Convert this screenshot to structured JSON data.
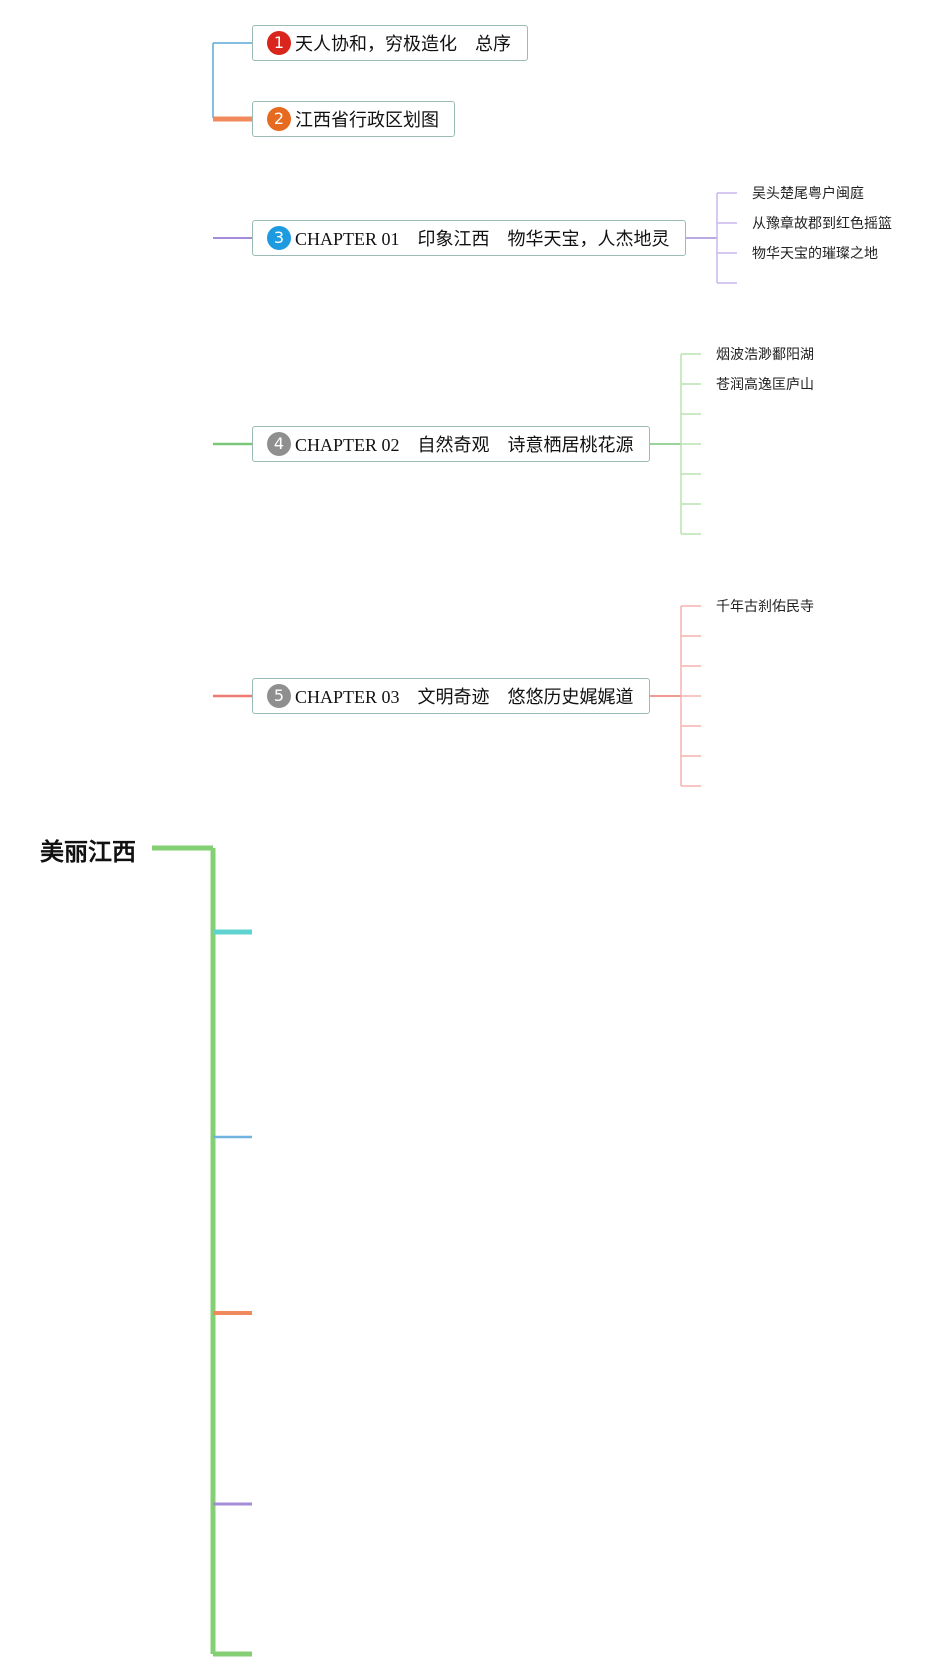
{
  "root": {
    "label": "美丽江西"
  },
  "topics": [
    {
      "number": "1",
      "title": "天人协和，穷极造化　总序",
      "badge_color": "#d9251c",
      "branch_color": "#5aa9d6"
    },
    {
      "number": "2",
      "title": "江西省行政区划图",
      "badge_color": "#e66a1f",
      "branch_color": "#f08a5d"
    },
    {
      "number": "3",
      "title": "CHAPTER 01　印象江西　物华天宝，人杰地灵",
      "badge_color": "#1e9be0",
      "branch_color": "#a58bd8",
      "children": [
        "吴头楚尾粤户闽庭",
        "从豫章故郡到红色摇篮",
        "物华天宝的璀璨之地"
      ]
    },
    {
      "number": "4",
      "title": "CHAPTER 02　自然奇观　诗意栖居桃花源",
      "badge_color": "#8f8f8f",
      "branch_color": "#7cc77a",
      "children": [
        "烟波浩渺鄱阳湖",
        "苍润高逸匡庐山"
      ]
    },
    {
      "number": "5",
      "title": "CHAPTER 03　文明奇迹　悠悠历史娓娓道",
      "badge_color": "#8f8f8f",
      "branch_color": "#ee7a72",
      "children": [
        "千年古刹佑民寺"
      ]
    }
  ],
  "colors": {
    "trunk": "#84cf74",
    "node_border": "#9bbcb6",
    "empty_branch_teal": "#5fd3d0",
    "empty_branch_blue": "#6fb3e0",
    "empty_branch_orange": "#f08a5d",
    "empty_branch_purple": "#a58bd8"
  }
}
